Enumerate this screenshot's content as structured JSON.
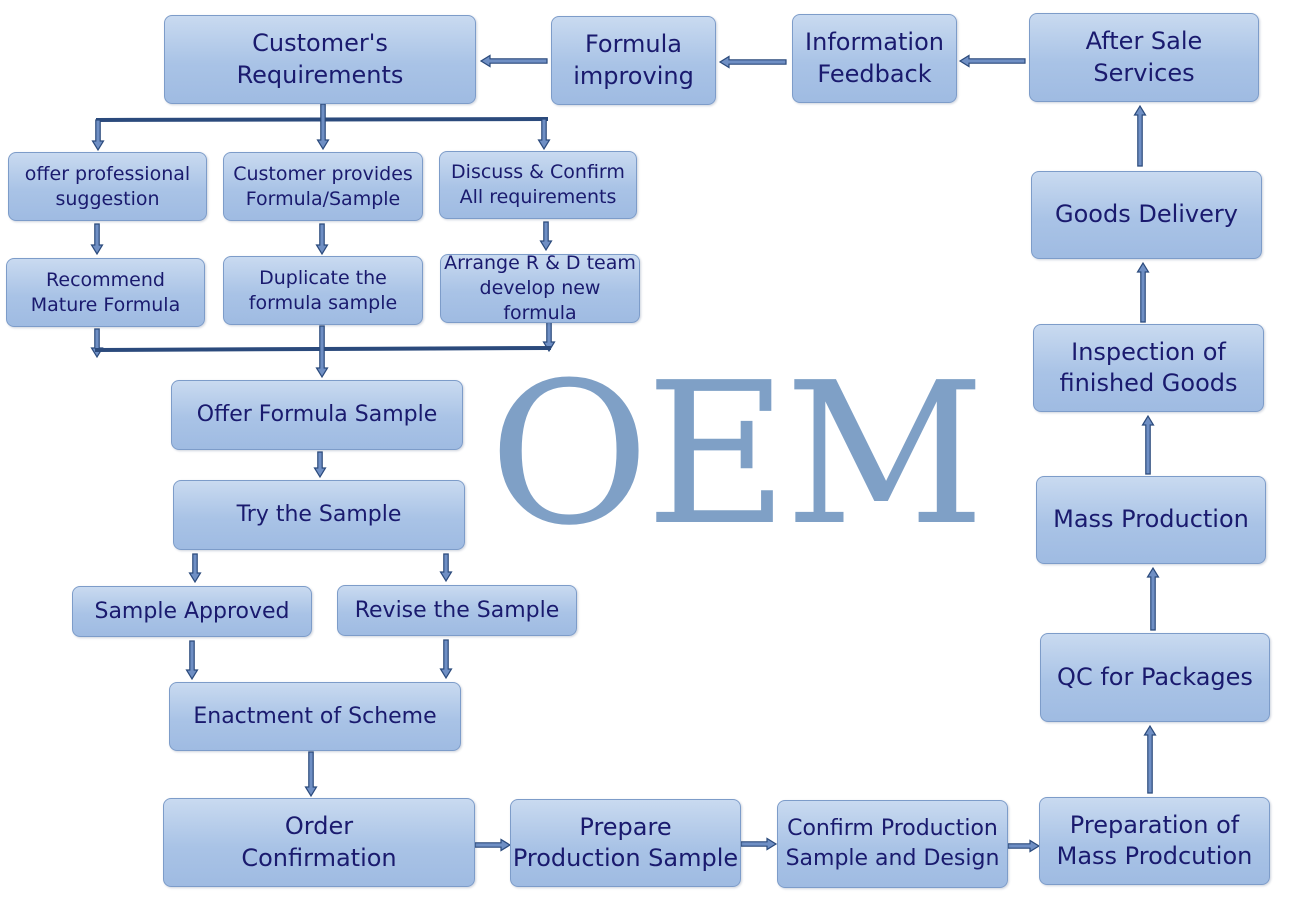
{
  "watermark": "OEM",
  "colors": {
    "box_fill": "#a9c3e6",
    "box_border": "#7d9cc9",
    "text": "#1a1a6e",
    "arrow_fill": "#6f8fc4",
    "arrow_stroke": "#2b4a7c",
    "watermark": "#7fa0c6"
  },
  "steps": {
    "customer_requirements": "Customer's\nRequirements",
    "formula_improving": "Formula\nimproving",
    "information_feedback": "Information\nFeedback",
    "after_sale_services": "After Sale\nServices",
    "offer_professional_suggestion": "offer professional\nsuggestion",
    "customer_provides_formula": "Customer provides\nFormula/Sample",
    "discuss_confirm": "Discuss & Confirm\nAll requirements",
    "recommend_mature_formula": "Recommend\nMature Formula",
    "duplicate_formula_sample": "Duplicate the\nformula sample",
    "arrange_rd_team": "Arrange R & D team\ndevelop new formula",
    "offer_formula_sample": "Offer Formula Sample",
    "try_the_sample": "Try the Sample",
    "sample_approved": "Sample Approved",
    "revise_the_sample": "Revise the Sample",
    "enactment_of_scheme": "Enactment of Scheme",
    "order_confirmation": "Order\nConfirmation",
    "prepare_production_sample": "Prepare\nProduction Sample",
    "confirm_production_sample": "Confirm Production\nSample and Design",
    "preparation_mass_production": "Preparation of\nMass Prodcution",
    "qc_for_packages": "QC for Packages",
    "mass_production": "Mass Production",
    "inspection_finished_goods": "Inspection of\nfinished Goods",
    "goods_delivery": "Goods Delivery"
  }
}
